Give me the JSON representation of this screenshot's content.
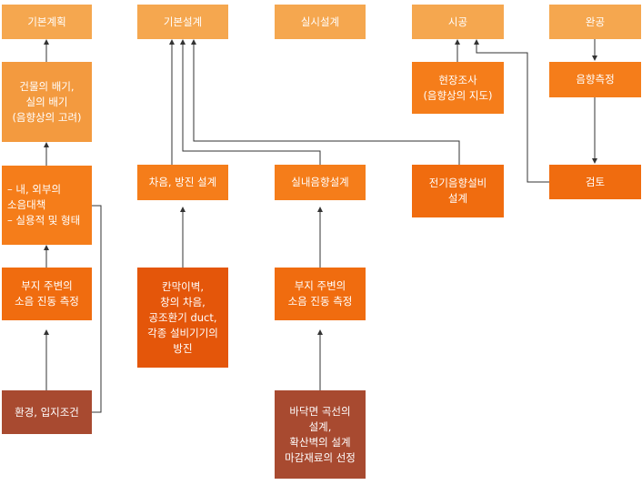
{
  "phases": {
    "basic_plan": "기본계획",
    "basic_design": "기본설계",
    "detail_design": "실시설계",
    "construction": "시공",
    "completion": "완공"
  },
  "boxes": {
    "building_layout": "건물의 배기,\n실의 배기\n(음향상의 고려)",
    "noise_measures": "– 내, 외부의\n   소음대책\n– 실용적 및 형태",
    "site_noise_1": "부지 주변의\n소음 진동 측정",
    "environment": "환경, 입지조건",
    "sound_insulation": "차음, 방진 설계",
    "insulation_items": "칸막이벽,\n창의 차음,\n공조환기 duct,\n각종 설비기기의\n방진",
    "room_acoustics": "실내음향설계",
    "site_noise_2": "부지 주변의\n소음 진동 측정",
    "surface_design": "바닥면 곡선의\n설계,\n확산벽의 설계\n마감재료의 선정",
    "electro_acoustic": "전기음향설비\n설계",
    "site_supervision": "현장조사\n(음향상의 지도)",
    "acoustic_measure": "음향측정",
    "review": "검토"
  },
  "colors": {
    "phase": "#f5a74f",
    "light": "#f39a3f",
    "orange": "#f57d1a",
    "deep": "#f06c0f",
    "dark": "#e4560a",
    "brown": "#a84a30",
    "line": "#333333"
  }
}
